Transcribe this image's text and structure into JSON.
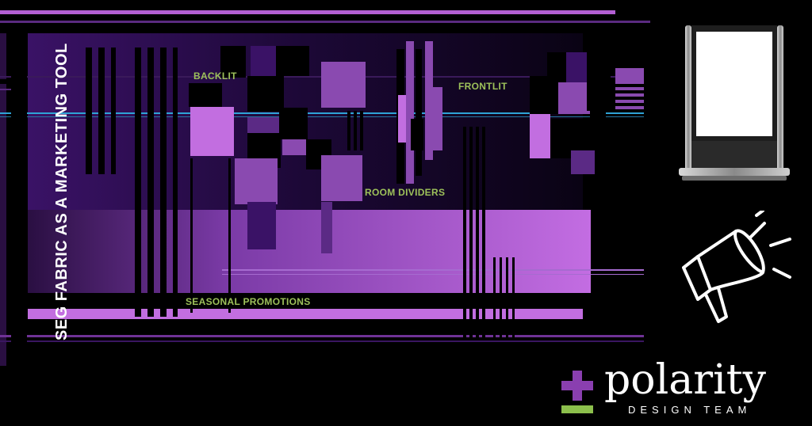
{
  "heading": "SEG FABRIC AS A MARKETING TOOL",
  "labels": {
    "backlit": "BACKLIT",
    "frontlit": "FRONTLIT",
    "room_dividers": "ROOM DIVIDERS",
    "seasonal_promotions": "SEASONAL PROMOTIONS"
  },
  "brand": {
    "name": "polarity",
    "tagline": "DESIGN TEAM"
  },
  "icons": {
    "display": "lightbox-display-icon",
    "megaphone": "megaphone-icon",
    "plus_minus": "plus-minus-logo-icon"
  },
  "colors": {
    "background": "#000000",
    "purple": "#c26ee0",
    "deep_purple": "#2b0d4a",
    "cyan": "#2fa3d6",
    "label_green": "#9dc15a",
    "logo_green": "#8cbf4c",
    "logo_purple": "#8a3fb0"
  }
}
